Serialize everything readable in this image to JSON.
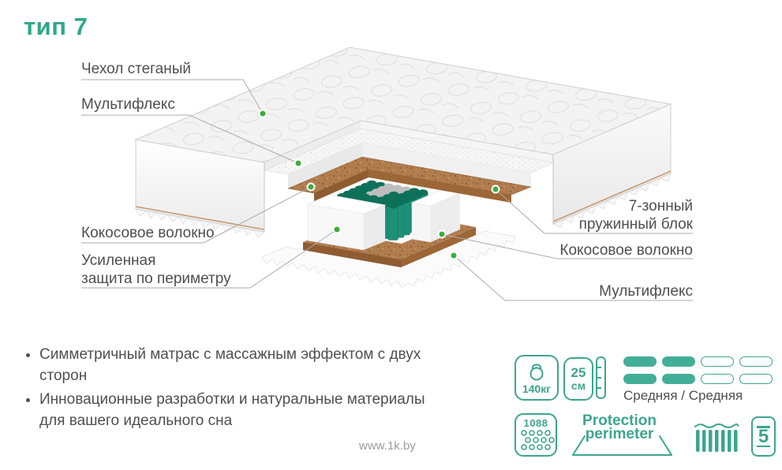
{
  "title": "тип 7",
  "callouts": {
    "left": [
      {
        "label": "Чехол стеганый"
      },
      {
        "label": "Мультифлекс"
      },
      {
        "label": "Кокосовое волокно"
      },
      {
        "label_line1": "Усиленная",
        "label_line2": "защита по периметру"
      }
    ],
    "right": [
      {
        "label_line1": "7-зонный",
        "label_line2": "пружинный блок"
      },
      {
        "label": "Кокосовое волокно"
      },
      {
        "label": "Мультифлекс"
      }
    ]
  },
  "features": [
    {
      "lines": [
        "Симметричный матрас с массажным эффектом с двух сторон"
      ]
    },
    {
      "lines": [
        "Инновационные разработки и натуральные материалы",
        "для вашего идеального сна"
      ]
    }
  ],
  "specs": {
    "max_weight": "140кг",
    "height_value": "25",
    "height_unit": "см",
    "firmness_label": "Средняя / Средняя",
    "firmness_scale": {
      "filled": 2,
      "total": 4,
      "rows": 2
    },
    "springs_count": "1088",
    "protection_line1": "Protection",
    "protection_line2": "perimeter",
    "warranty_years": "5"
  },
  "watermark": "www.1k.by",
  "colors": {
    "accent": "#2fa78a",
    "icon_teal": "#3da58f",
    "spring_teal": "#1f9078",
    "spring_teal_dark": "#0d7159",
    "coir_brown": "#b17c4e",
    "callout_dot_green": "#3cae3c",
    "label_gray": "#4f4f4f"
  }
}
